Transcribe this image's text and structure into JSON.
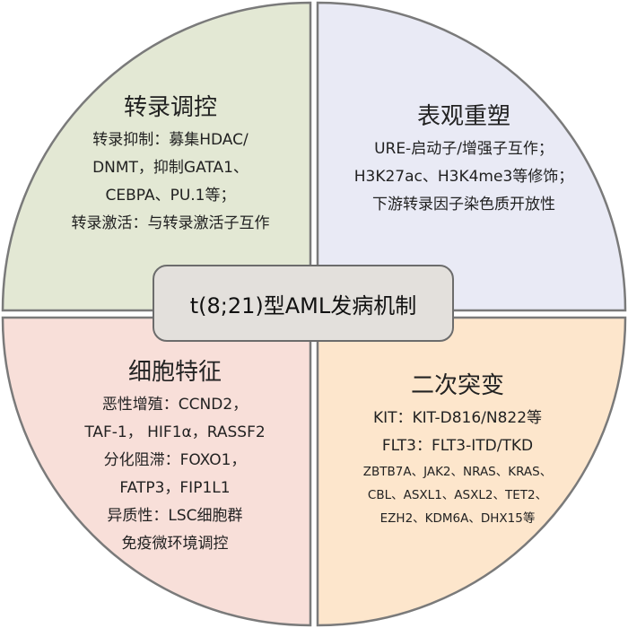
{
  "colors": {
    "top_left_fill": "#e3e8d4",
    "top_right_fill": "#e9eaf5",
    "bottom_left_fill": "#f8dfd9",
    "bottom_right_fill": "#fde6cc",
    "outline": "#7a7a7a",
    "center_fill": "#e3e0dc"
  },
  "center": {
    "label": "t(8;21)型AML发病机制"
  },
  "quadrants": {
    "top_left": {
      "title": "转录调控",
      "lines": [
        "转录抑制：募集HDAC/",
        "DNMT，抑制GATA1、",
        "CEBPA、PU.1等；",
        "转录激活：与转录激活子互作"
      ]
    },
    "top_right": {
      "title": "表观重塑",
      "lines": [
        "URE-启动子/增强子互作；",
        "H3K27ac、H3K4me3等修饰；",
        "下游转录因子染色质开放性"
      ]
    },
    "bottom_left": {
      "title": "细胞特征",
      "lines": [
        "恶性增殖：CCND2，",
        "TAF-1，  HIF1α，RASSF2",
        "分化阻滞：FOXO1，",
        "FATP3，FIP1L1",
        "异质性：LSC细胞群",
        "免疫微环境调控"
      ]
    },
    "bottom_right": {
      "title": "二次突变",
      "lines": [
        "KIT：KIT-D816/N822等",
        "FLT3：FLT3-ITD/TKD"
      ],
      "small_lines": [
        "ZBTB7A、JAK2、NRAS、KRAS、",
        "CBL、ASXL1、ASXL2、TET2、",
        "EZH2、KDM6A、DHX15等"
      ]
    }
  }
}
